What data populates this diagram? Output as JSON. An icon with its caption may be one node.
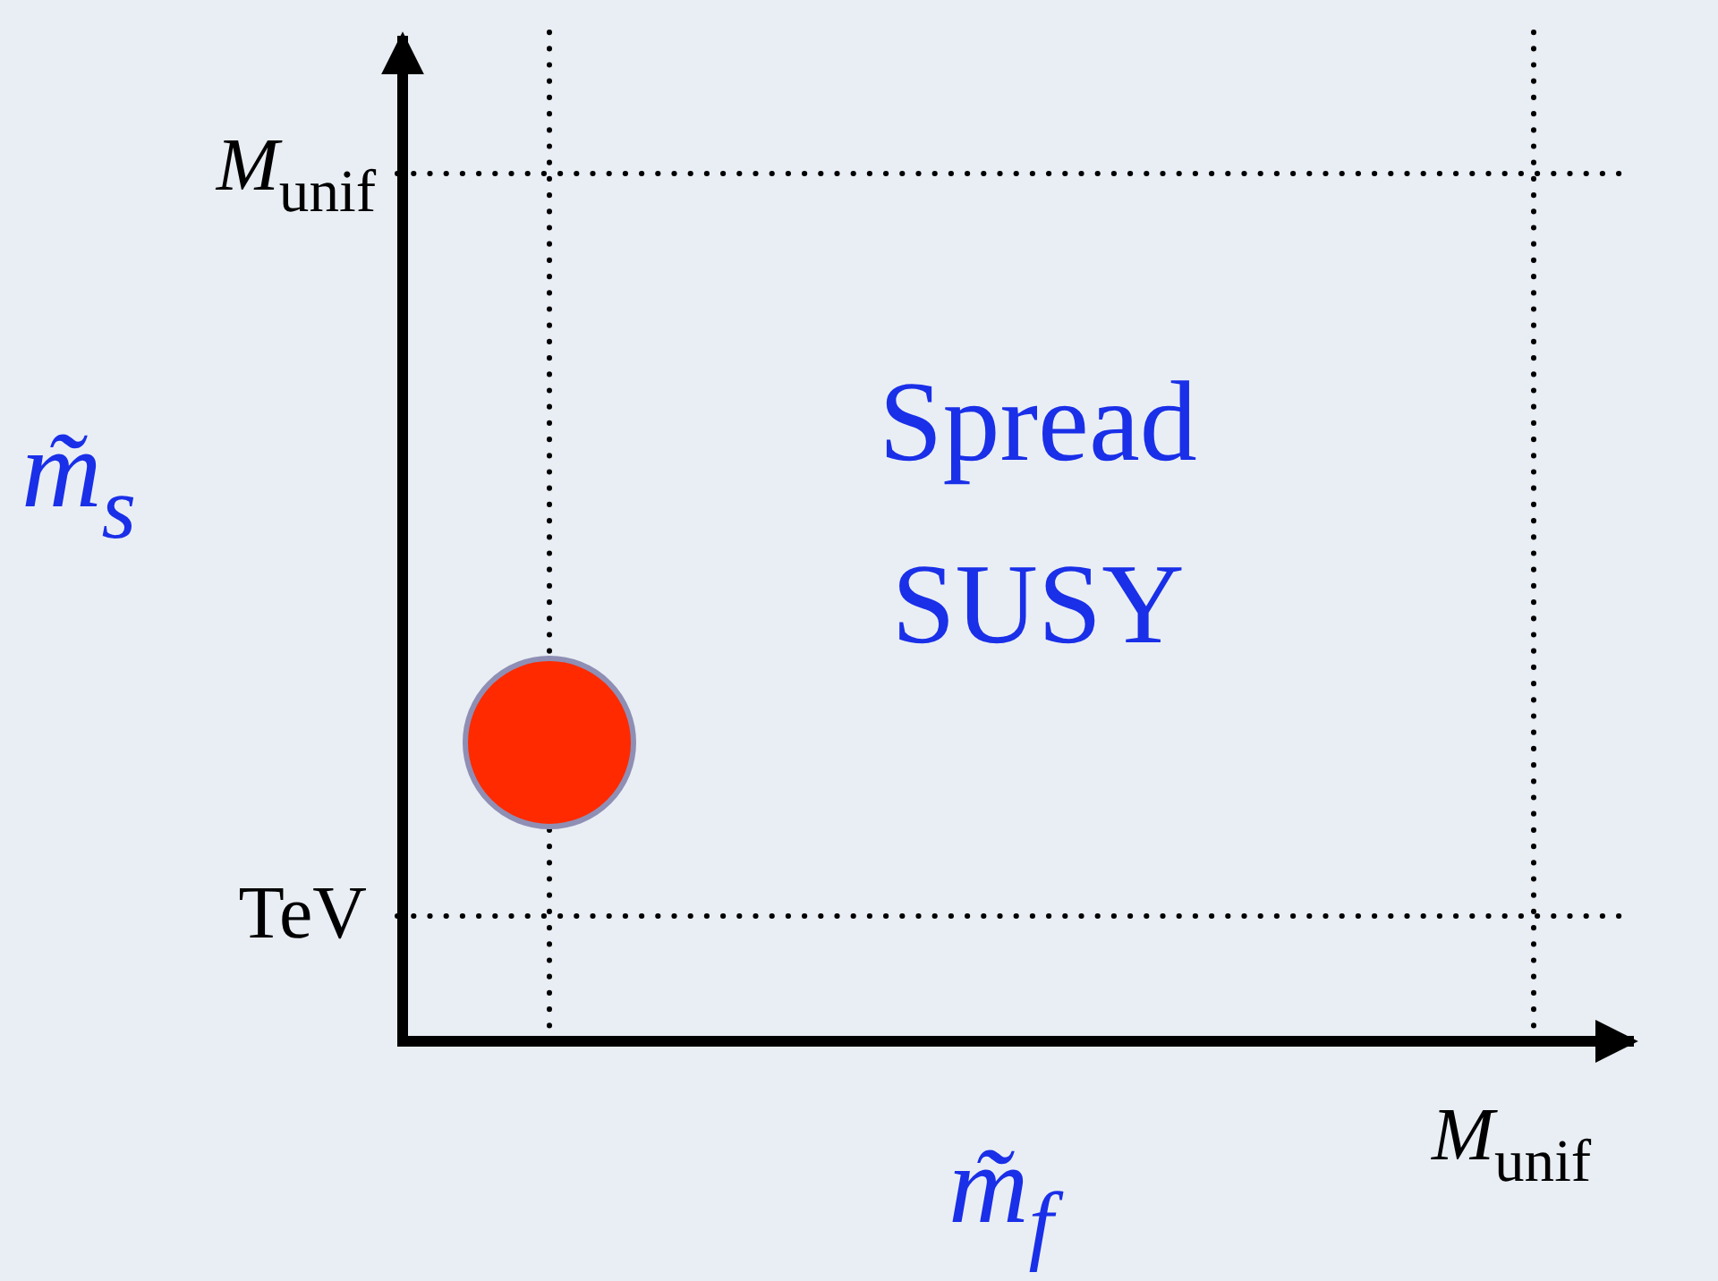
{
  "diagram": {
    "nodes": [
      {
        "text": [],
        "shape": "circle"
      }
    ],
    "labels": [
      "*M*$_{unif}$",
      "m̃$_{s}$",
      "Spread SUSY",
      "TeV",
      "*M*$_{unif}$",
      "m̃$_{f}$"
    ]
  }
}
